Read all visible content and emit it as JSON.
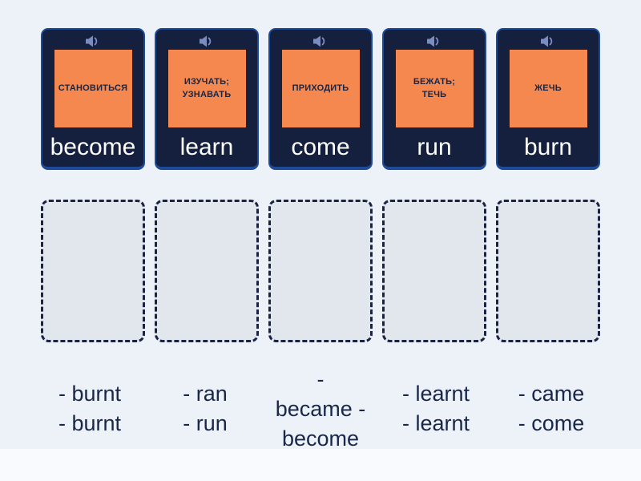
{
  "colors": {
    "page_bg": "#edf1f8",
    "footer_bg": "#f8fafd",
    "card_bg": "#151f3e",
    "card_border": "#1d4b98",
    "tile_orange": "#f5884e",
    "russian_text": "#1d2541",
    "english_text": "#ffffff",
    "zone_bg": "#e2e6ed",
    "zone_border": "#1a2342",
    "answer_text": "#18274a",
    "speaker_icon": "#7a8cc2"
  },
  "cards": [
    {
      "icon": "speaker-icon",
      "russian": "СТАНОВИТЬСЯ",
      "english": "become"
    },
    {
      "icon": "speaker-icon",
      "russian": "ИЗУЧАТЬ;\nУЗНАВАТЬ",
      "english": "learn"
    },
    {
      "icon": "speaker-icon",
      "russian": "ПРИХОДИТЬ",
      "english": "come"
    },
    {
      "icon": "speaker-icon",
      "russian": "БЕЖАТЬ;\nТЕЧЬ",
      "english": "run"
    },
    {
      "icon": "speaker-icon",
      "russian": "ЖЕЧЬ",
      "english": "burn"
    }
  ],
  "drop_zones": {
    "count": 5,
    "state": "empty"
  },
  "answers": [
    {
      "text": "- burnt\n- burnt"
    },
    {
      "text": "- ran\n- run"
    },
    {
      "text": "-\nbecame -\nbecome"
    },
    {
      "text": "- learnt\n- learnt"
    },
    {
      "text": "- came\n- come"
    }
  ]
}
